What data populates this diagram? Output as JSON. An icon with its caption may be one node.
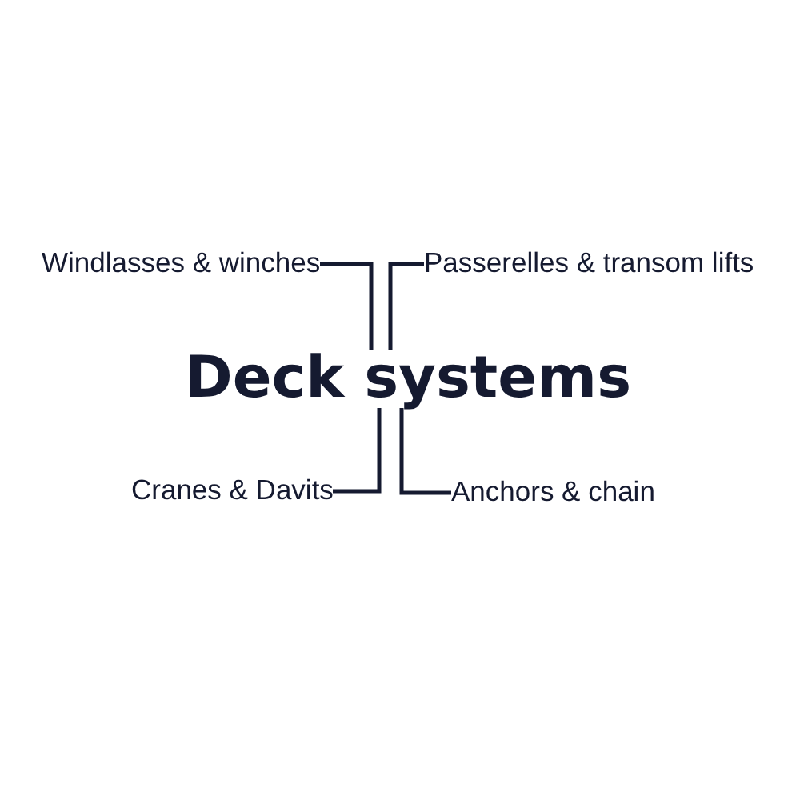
{
  "diagram": {
    "nodes": [
      {
        "text": [
          "Deck systems"
        ]
      },
      {
        "text": [
          "Windlasses & winches"
        ]
      },
      {
        "text": [
          "Passerelles & transom lifts"
        ]
      },
      {
        "text": [
          "Cranes & Davits"
        ]
      },
      {
        "text": [
          "Anchors & chain"
        ]
      }
    ],
    "edges": [
      {
        "from": 0,
        "to": 1,
        "arrow": "none"
      },
      {
        "from": 0,
        "to": 2,
        "arrow": "none"
      },
      {
        "from": 0,
        "to": 3,
        "arrow": "none"
      },
      {
        "from": 0,
        "to": 4,
        "arrow": "none"
      }
    ]
  }
}
